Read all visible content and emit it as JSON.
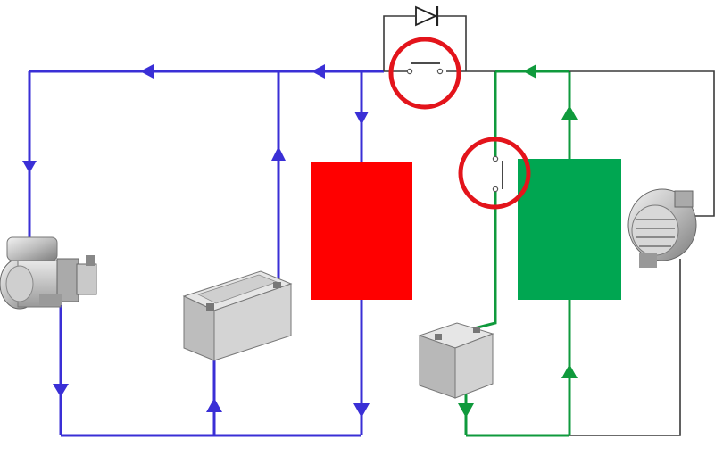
{
  "colors": {
    "primary_circuit": "#3a2fd6",
    "secondary_circuit": "#0f9a3c",
    "red_load": "#ff0000",
    "green_load": "#00a651",
    "highlight_ring": "#e3141b",
    "thin_wire": "#3a3a3a",
    "background": "#ffffff"
  },
  "components": {
    "starter_motor": "starter-motor-icon",
    "main_battery": "car-battery-icon",
    "auxiliary_battery": "small-battery-icon",
    "alternator": "alternator-icon",
    "diode": "diode-symbol",
    "top_switch": "switch-symbol",
    "middle_switch": "switch-symbol"
  },
  "highlights": [
    "top-switch",
    "middle-switch"
  ]
}
